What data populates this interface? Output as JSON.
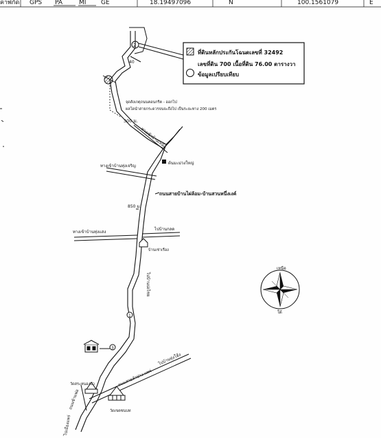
{
  "header": {
    "label_coord": "ค่าพิกัด",
    "label_gps": "GPS",
    "label_pa": "PA",
    "label_mi": "MI",
    "label_ge": "GE",
    "latitude": "18.19497096",
    "lat_dir": "N",
    "longitude": "100.1561079",
    "lon_dir": "E"
  },
  "legend": {
    "parcel_line": "ที่ดินหลักประกันโฉนดเลขที่ 32492",
    "detail_line": "เลขที่ดิน 700 เนื้อที่ดิน 76.00 ตารางวา",
    "compare_line": "ข้อมูลเปรียบเทียบ"
  },
  "labels": {
    "marker_a": "2",
    "distance_40": "40",
    "note_line1": "จุดสังเกตุถนนคอนกรีต - ออกไป",
    "note_line2": "ผลโดนำสายกระดวรจนจะถึงไป เป็นระยะทาง 200 เมตร",
    "distance_300": "300 ม.",
    "road_diag": "ทางเข้าบ้านเหนือ",
    "road_left1": "ทางเข้าบ้านทุ่งเจริญ",
    "landmark_phra": "ต้นมะม่วงใหญ่",
    "road_main": "ถนนสายบ้านไผ่ล้อม-บ้านสวนหนึ่งเงค์",
    "distance_850": "850 ม.",
    "road_right": "ไปบ้านกลด",
    "road_left2": "ทางเข้าบ้านทุ่งแสง",
    "house_label": "บ้านเช่าเรือง",
    "road_vertical": "ไปบ้านปงไชย",
    "marker_b": "1",
    "marker_c": "3",
    "road_right2": "ไปบ้านทุ่งโฮ้ง",
    "road_diag2": "ถนนสายลำปาง-แพร่",
    "temple1": "วัดสระหนองบัว",
    "road_bottom_left": "ถนนข้ามพ่อ",
    "temple2": "วัดเขตชนบท",
    "road_bottom": "ไปเมืองแพร่"
  },
  "compass": {
    "north_label": "เหนือ",
    "south_label": "ใต้"
  }
}
